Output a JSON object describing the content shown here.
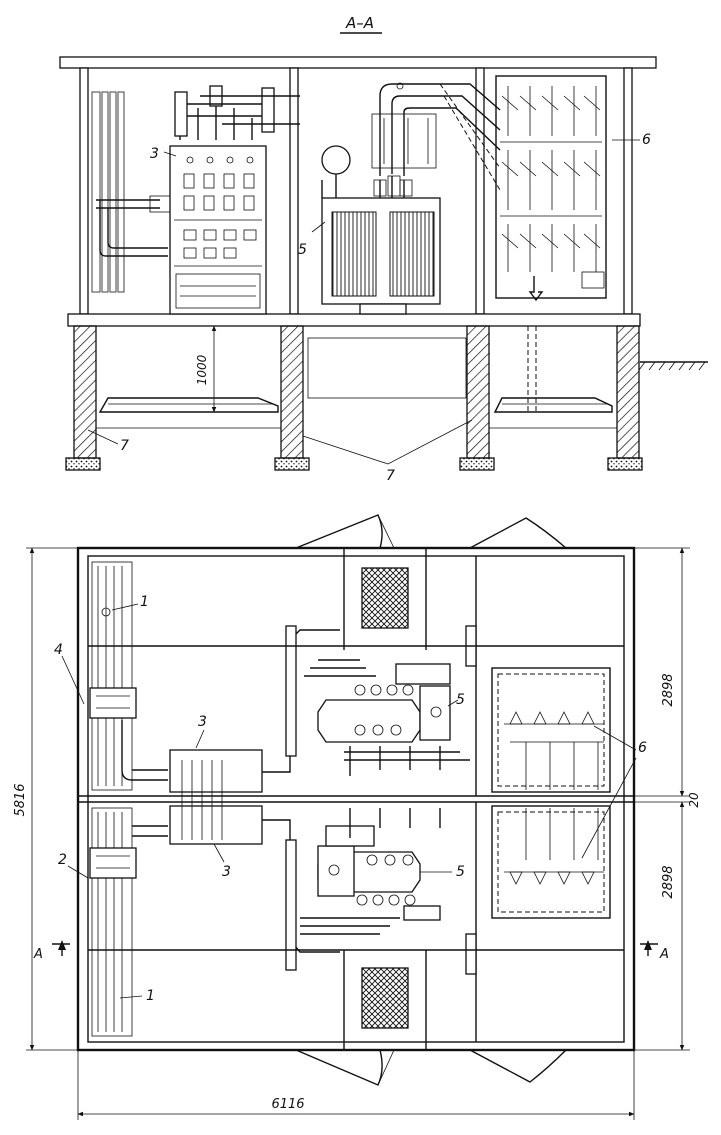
{
  "section_title": "А–А",
  "section_view": {
    "callouts": {
      "panel": "3",
      "transformer": "5",
      "frame": "6",
      "foundation_left": "7",
      "foundation_shared": "7"
    },
    "height_dim": "1000"
  },
  "plan_view": {
    "callouts": {
      "cable_top": "1",
      "cable_bottom": "1",
      "side_a": "2",
      "side_b": "4",
      "panel_top": "3",
      "panel_bottom": "3",
      "transformer_top": "5",
      "transformer_bottom": "5",
      "frame": "6"
    },
    "dimensions": {
      "overall_width": "6116",
      "overall_height": "5816",
      "bay_upper": "2898",
      "bay_lower": "2898",
      "gap": "20"
    },
    "section_marks": {
      "left": "А",
      "right": "А"
    }
  }
}
